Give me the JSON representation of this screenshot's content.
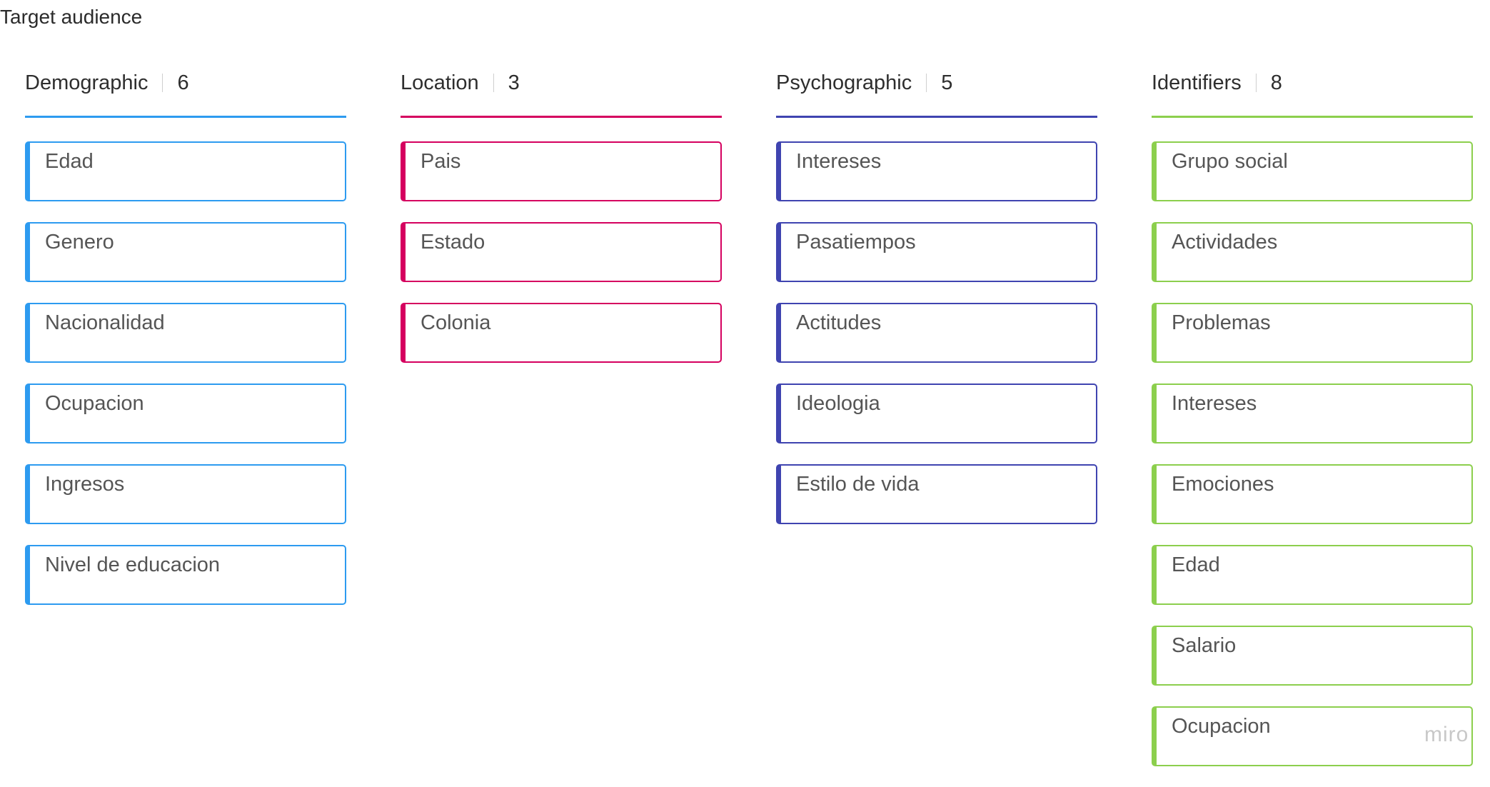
{
  "board": {
    "title": "Target audience",
    "logo": "miro"
  },
  "columns": [
    {
      "name": "Demographic",
      "count": "6",
      "color": "#2d9bf0",
      "cards": [
        "Edad",
        "Genero",
        "Nacionalidad",
        "Ocupacion",
        "Ingresos",
        "Nivel de educacion"
      ]
    },
    {
      "name": "Location",
      "count": "3",
      "color": "#d5005f",
      "cards": [
        "Pais",
        "Estado",
        "Colonia"
      ]
    },
    {
      "name": "Psychographic",
      "count": "5",
      "color": "#3f44b0",
      "cards": [
        "Intereses",
        "Pasatiempos",
        "Actitudes",
        "Ideologia",
        "Estilo de vida"
      ]
    },
    {
      "name": "Identifiers",
      "count": "8",
      "color": "#8ccf4d",
      "cards": [
        "Grupo social",
        "Actividades",
        "Problemas",
        "Intereses",
        "Emociones",
        "Edad",
        "Salario",
        "Ocupacion"
      ]
    }
  ]
}
